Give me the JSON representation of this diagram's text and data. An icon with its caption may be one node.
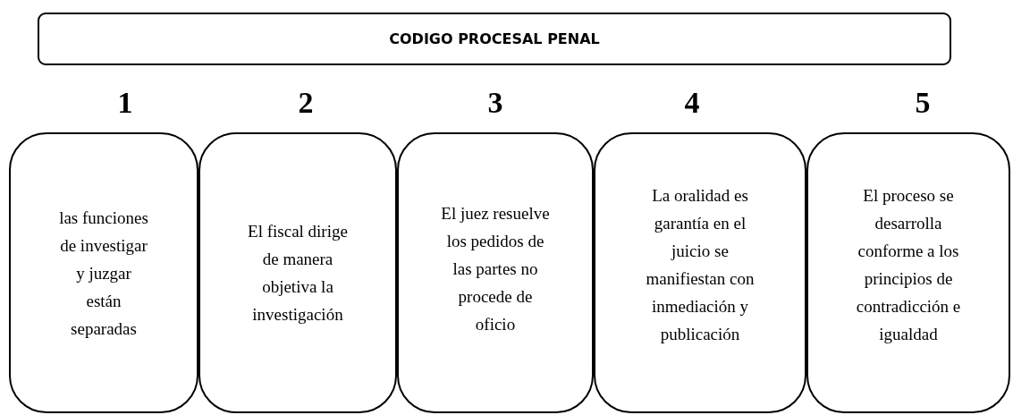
{
  "diagram": {
    "nodes": [
      {
        "text": [
          "CODIGO PROCESAL PENAL"
        ]
      },
      {
        "text": [
          "1",
          "las funciones de investigar y juzgar están separadas"
        ]
      },
      {
        "text": [
          "2",
          "El fiscal dirige de manera objetiva la investigación"
        ]
      },
      {
        "text": [
          "3",
          "El juez resuelve los pedidos de las partes no procede de oficio"
        ]
      },
      {
        "text": [
          "4",
          "La oralidad es garantía en el juicio se manifiestan con inmediación y publicación"
        ]
      },
      {
        "text": [
          "5",
          "El proceso se desarrolla conforme a los principios de contradicción e igualdad"
        ]
      }
    ]
  }
}
